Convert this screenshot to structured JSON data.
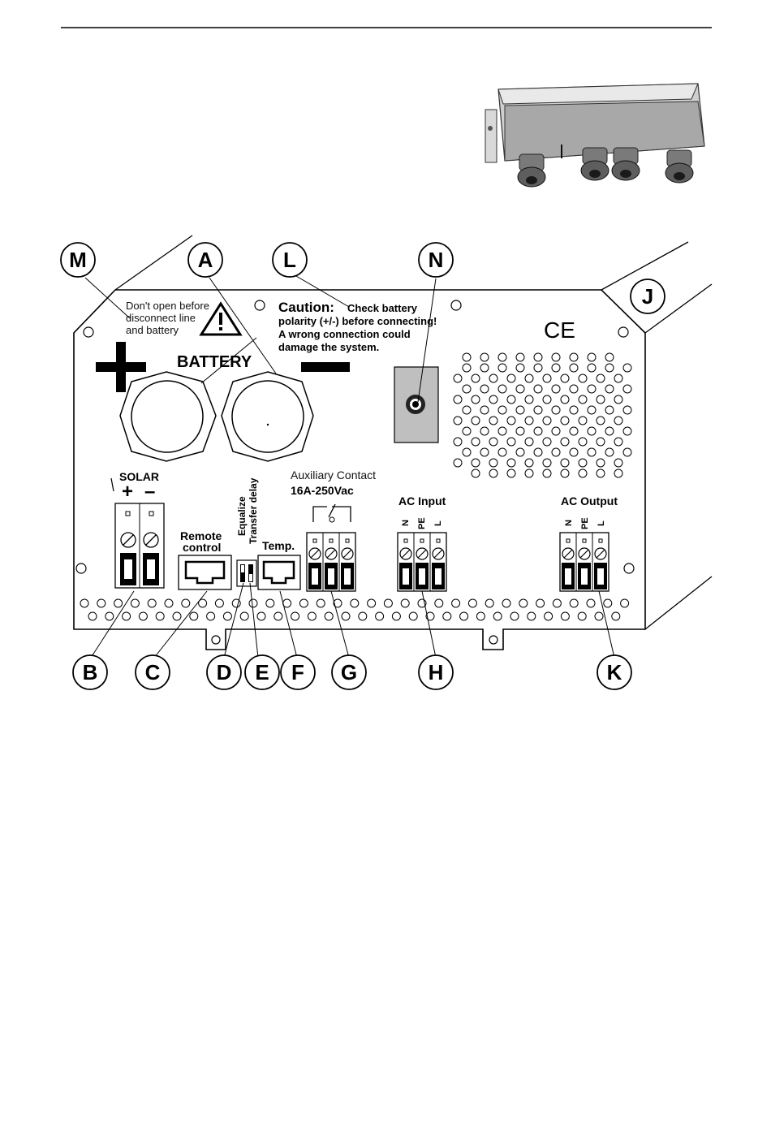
{
  "callouts": [
    "M",
    "A",
    "L",
    "N",
    "J",
    "B",
    "C",
    "D",
    "E",
    "F",
    "G",
    "H",
    "K"
  ],
  "panel": {
    "warning_text": [
      "Don't open before",
      "disconnect line",
      "and battery"
    ],
    "caution_title": "Caution:",
    "caution_text": [
      "Check battery",
      "polarity (+/-) before connecting!",
      "A wrong connection could",
      "damage the system."
    ],
    "battery_label": "BATTERY",
    "ce_mark": "CE",
    "solar_label": "SOLAR",
    "solar_plus": "+",
    "solar_minus": "–",
    "remote_label": [
      "Remote",
      "control"
    ],
    "switch_labels": [
      "Equalize",
      "Transfer delay"
    ],
    "temp_label": "Temp.",
    "aux_label": "Auxiliary Contact",
    "aux_rating": "16A-250Vac",
    "ac_input_label": "AC Input",
    "ac_output_label": "AC Output",
    "terminal_letters": [
      "N",
      "PE",
      "L"
    ]
  },
  "colors": {
    "ink": "#000000",
    "panel_fill": "#ffffff",
    "hole_grey": "#bdbdbd",
    "photo_grey": "#9a9a9a"
  }
}
